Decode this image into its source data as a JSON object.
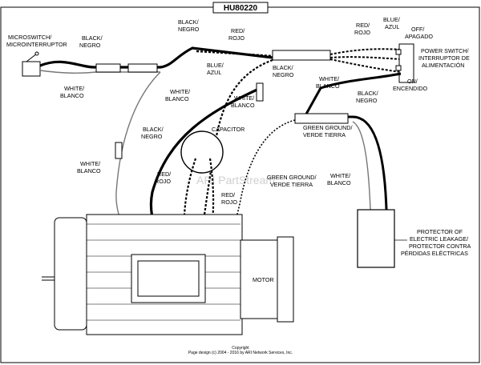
{
  "title": "HU80220",
  "watermark": "ARI PartStream",
  "labels": {
    "microswitch_1": "MICROSWITCH/",
    "microswitch_2": "MICROINTERRUPTOR",
    "black_negro_left_1": "BLACK/",
    "black_negro_left_2": "NEGRO",
    "white_blanco_left_1": "WHITE/",
    "white_blanco_left_2": "BLANCO",
    "black_negro_top_1": "BLACK/",
    "black_negro_top_2": "NEGRO",
    "red_rojo_top_1": "RED/",
    "red_rojo_top_2": "ROJO",
    "blue_azul_mid_1": "BLUE/",
    "blue_azul_mid_2": "AZUL",
    "black_negro_mid_1": "BLACK/",
    "black_negro_mid_2": "NEGRO",
    "white_blanco_mid_1": "WHITE/",
    "white_blanco_mid_2": "BLANCO",
    "red_rojo_right_1": "RED/",
    "red_rojo_right_2": "ROJO",
    "blue_azul_right_1": "BLUE/",
    "blue_azul_right_2": "AZUL",
    "off_apagado_1": "OFF/",
    "off_apagado_2": "APAGADO",
    "power_switch_1": "POWER SWITCH/",
    "power_switch_2": "INTERRUPTOR DE",
    "power_switch_3": "ALIMENTACIÓN",
    "on_encendido_1": "ON/",
    "on_encendido_2": "ENCENDIDO",
    "white_blanco_right_1": "WHITE/",
    "white_blanco_right_2": "BLANCO",
    "black_negro_right_1": "BLACK/",
    "black_negro_right_2": "NEGRO",
    "white_blanco_cord_1": "WHITE/",
    "white_blanco_cord_2": "BLANCO",
    "capacitor": "CAPACITOR",
    "black_negro_cap_1": "BLACK/",
    "black_negro_cap_2": "NEGRO",
    "white_blanco_far_1": "WHITE/",
    "white_blanco_far_2": "BLANCO",
    "green_ground_top_1": "GREEN GROUND/",
    "green_ground_top_2": "VERDE TIERRA",
    "red_rojo_cap_1": "RED/",
    "red_rojo_cap_2": "ROJO",
    "red_rojo_cap2_1": "RED/",
    "red_rojo_cap2_2": "ROJO",
    "green_ground_mid_1": "GREEN GROUND/",
    "green_ground_mid_2": "VERDE TIERRA",
    "white_blanco_low_1": "WHITE/",
    "white_blanco_low_2": "BLANCO",
    "protector_1": "PROTECTOR OF",
    "protector_2": "ELECTRIC LEAKAGE/",
    "protector_3": "PROTECTOR CONTRA",
    "protector_4": "PÉRDIDAS ELÉCTRICAS",
    "motor": "MOTOR"
  },
  "footer": {
    "line1": "Copyright",
    "line2": "Page design (c) 2004 - 2016 by ARI Network Services, Inc."
  }
}
